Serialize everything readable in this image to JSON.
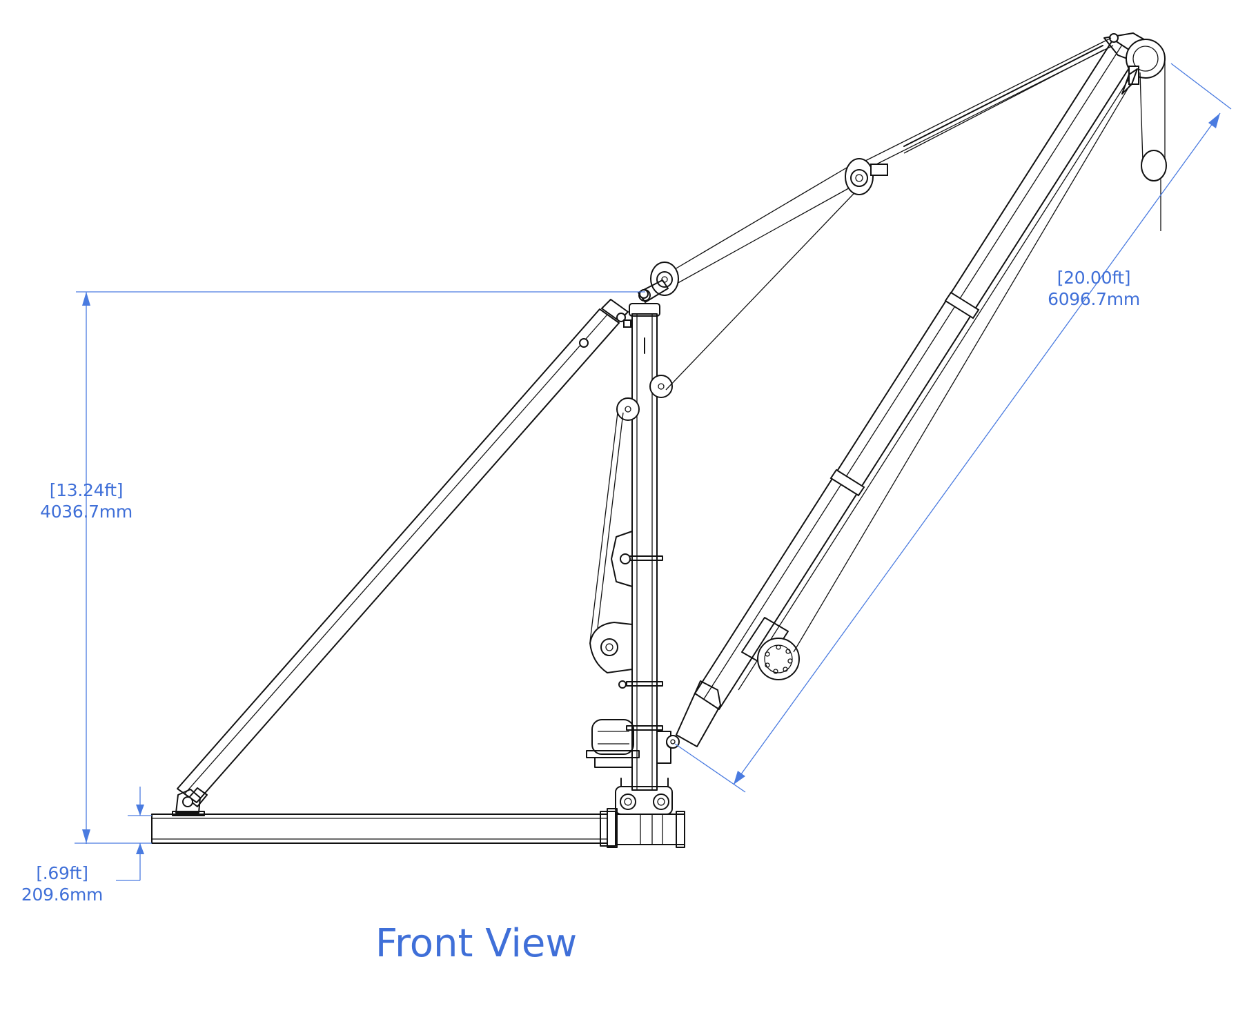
{
  "title": "Front View",
  "dimensions": {
    "height": {
      "ft": "[13.24ft]",
      "mm": "4036.7mm"
    },
    "base": {
      "ft": "[.69ft]",
      "mm": "209.6mm"
    },
    "boom": {
      "ft": "[20.00ft]",
      "mm": "6096.7mm"
    }
  },
  "colors": {
    "dimension": "#3f6fd8",
    "line": "#111111"
  }
}
